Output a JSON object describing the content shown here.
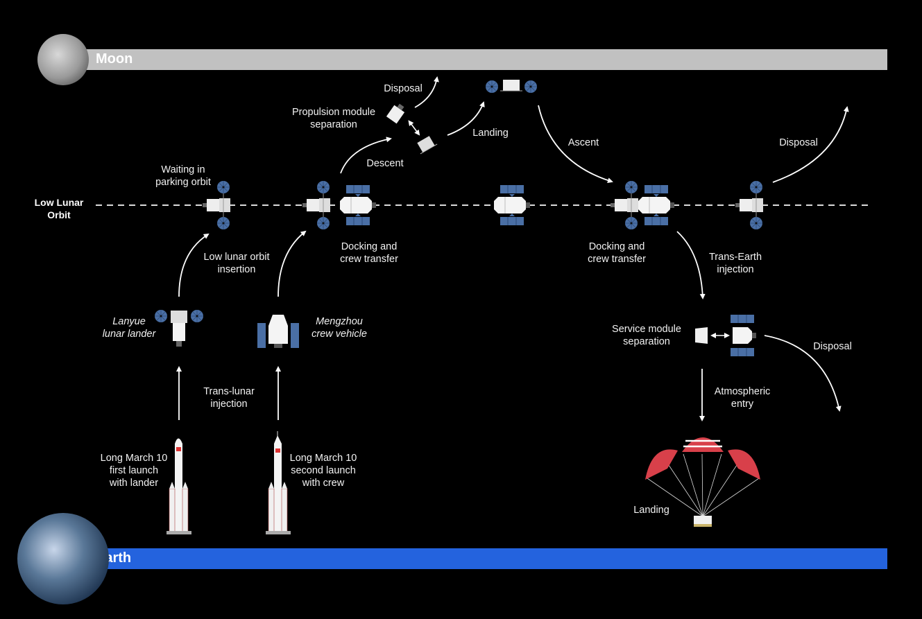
{
  "bodies": {
    "moon": {
      "label": "Moon",
      "band_color": "#c1c1c1"
    },
    "earth": {
      "label": "Earth",
      "band_color": "#2463de"
    }
  },
  "orbit": {
    "label_line1": "Low Lunar",
    "label_line2": "Orbit"
  },
  "colors": {
    "solar_panel": "#4a6fa5",
    "arrow": "#ffffff",
    "orbit_dash": "#dddddd",
    "parachute_red": "#d8404a"
  },
  "vehicles": {
    "lander": {
      "line1": "Lanyue",
      "line2": "lunar lander"
    },
    "crew": {
      "line1": "Mengzhou",
      "line2": "crew vehicle"
    }
  },
  "launches": {
    "first": {
      "line1": "Long March 10",
      "line2": "first launch",
      "line3": "with lander"
    },
    "second": {
      "line1": "Long March 10",
      "line2": "second launch",
      "line3": "with crew"
    }
  },
  "steps": {
    "tli": {
      "line1": "Trans-lunar",
      "line2": "injection"
    },
    "loi": {
      "line1": "Low lunar orbit",
      "line2": "insertion"
    },
    "waiting": {
      "line1": "Waiting in",
      "line2": "parking orbit"
    },
    "docking1": {
      "line1": "Docking and",
      "line2": "crew transfer"
    },
    "descent": {
      "line1": "Descent"
    },
    "propsep": {
      "line1": "Propulsion module",
      "line2": "separation"
    },
    "disposal_prop": {
      "line1": "Disposal"
    },
    "landing_moon": {
      "line1": "Landing"
    },
    "ascent": {
      "line1": "Ascent"
    },
    "docking2": {
      "line1": "Docking and",
      "line2": "crew transfer"
    },
    "disposal_lander": {
      "line1": "Disposal"
    },
    "tei": {
      "line1": "Trans-Earth",
      "line2": "injection"
    },
    "smsep": {
      "line1": "Service module",
      "line2": "separation"
    },
    "disposal_sm": {
      "line1": "Disposal"
    },
    "entry": {
      "line1": "Atmospheric",
      "line2": "entry"
    },
    "landing_earth": {
      "line1": "Landing"
    }
  }
}
